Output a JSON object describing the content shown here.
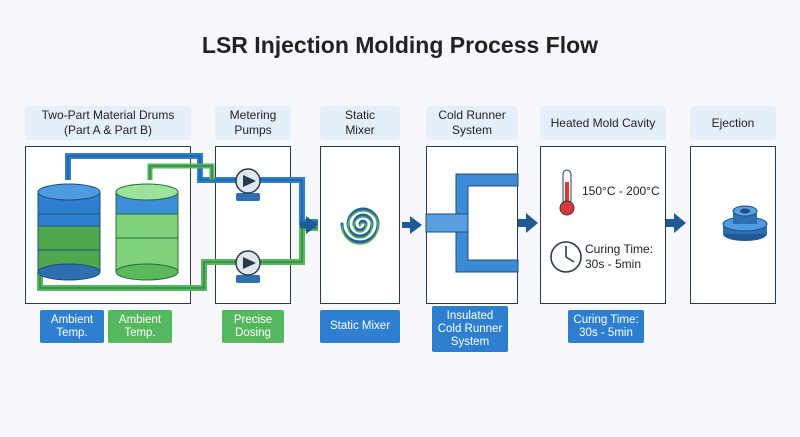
{
  "title": "LSR Injection Molding Process Flow",
  "stages": [
    {
      "label": "Two-Part Material Drums\n(Part A & Part B)"
    },
    {
      "label": "Metering\nPumps"
    },
    {
      "label": "Static\nMixer"
    },
    {
      "label": "Cold Runner\nSystem"
    },
    {
      "label": "Heated Mold Cavity"
    },
    {
      "label": "Ejection"
    }
  ],
  "mold": {
    "temperature": "150°C - 200°C",
    "curing_time": "Curing Time:\n30s - 5min"
  },
  "badges": {
    "ambient_a": "Ambient\nTemp.",
    "ambient_b": "Ambient\nTemp.",
    "dosing": "Precise\nDosing",
    "mixer": "Static Mixer",
    "runner": "Insulated\nCold Runner\nSystem",
    "curing": "Curing Time:\n30s - 5min"
  },
  "colors": {
    "blue": "#2e7fd0",
    "green": "#55b85f",
    "header_bg": "#e5eff9",
    "arrow": "#1f5a96"
  }
}
